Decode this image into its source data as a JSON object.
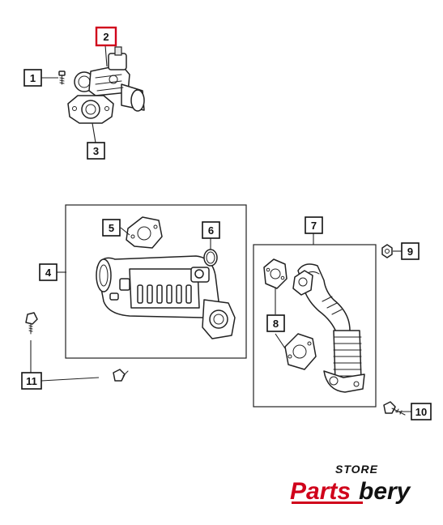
{
  "callouts": [
    {
      "id": "1",
      "label": "1"
    },
    {
      "id": "2",
      "label": "2",
      "highlighted": true
    },
    {
      "id": "3",
      "label": "3"
    },
    {
      "id": "4",
      "label": "4"
    },
    {
      "id": "5",
      "label": "5"
    },
    {
      "id": "6",
      "label": "6"
    },
    {
      "id": "7",
      "label": "7"
    },
    {
      "id": "8",
      "label": "8"
    },
    {
      "id": "9",
      "label": "9"
    },
    {
      "id": "10",
      "label": "10"
    },
    {
      "id": "11",
      "label": "11"
    }
  ],
  "logo": {
    "store": "STORE",
    "brand_part1": "Parts",
    "brand_part2": "bery"
  },
  "colors": {
    "highlight": "#d0021b",
    "brand_red": "#d0021b",
    "brand_dark": "#111111",
    "line": "#222222"
  }
}
